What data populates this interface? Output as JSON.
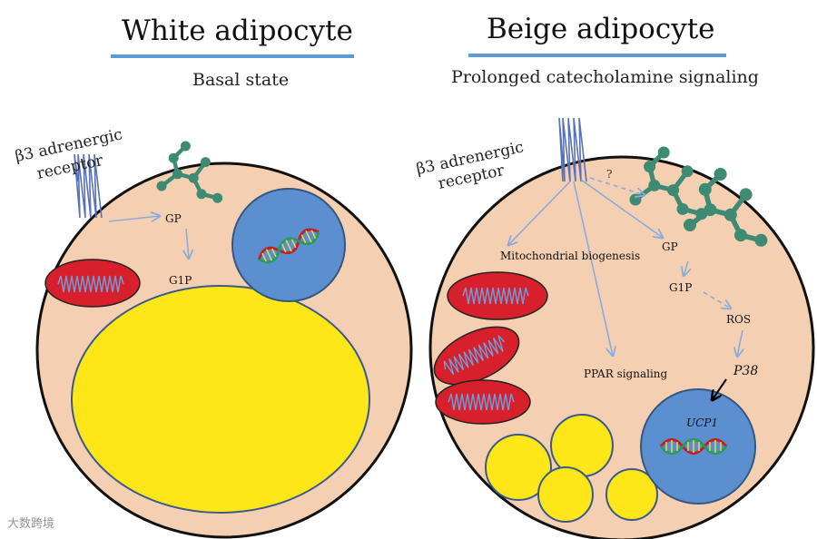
{
  "left_panel": {
    "title": "White adipocyte",
    "subtitle": "Basal state",
    "receptor_label_line1": "β3 adrenergic",
    "receptor_label_line2": "receptor",
    "gp_label": "GP",
    "g1p_label": "G1P"
  },
  "right_panel": {
    "title": "Beige adipocyte",
    "subtitle": "Prolonged catecholamine signaling",
    "receptor_label_line1": "β3 adrenergic",
    "receptor_label_line2": "receptor",
    "question_label": "?",
    "mito_label": "Mitochondrial biogenesis",
    "gp_label": "GP",
    "g1p_label": "G1P",
    "ros_label": "ROS",
    "p38_label": "P38",
    "ppar_label": "PPAR signaling",
    "ucp1_label": "UCP1"
  },
  "watermark": "大数跨境",
  "colors": {
    "cytoplasm": "#f5cfb2",
    "nucleus": "#5b8fd0",
    "mitochondria": "#d8202c",
    "lipid": "#ffe619",
    "glycogen": "#3e8a73",
    "arrow": "#8aacdc",
    "underline": "#5b9bd5"
  }
}
